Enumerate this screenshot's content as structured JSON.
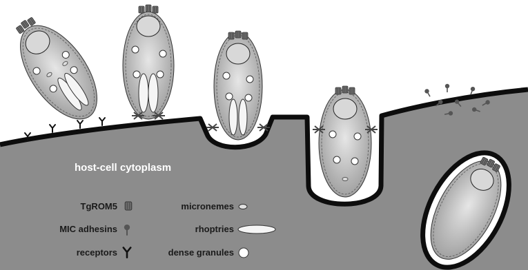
{
  "diagram": {
    "region_label": "host-cell cytoplasm",
    "legend": {
      "left": [
        {
          "label": "TgROM5",
          "icon": "tgrom5-icon"
        },
        {
          "label": "MIC adhesins",
          "icon": "mic-adhesin-icon"
        },
        {
          "label": "receptors",
          "icon": "receptor-icon"
        }
      ],
      "right": [
        {
          "label": "micronemes",
          "icon": "microneme-icon"
        },
        {
          "label": "rhoptries",
          "icon": "rhoptry-icon"
        },
        {
          "label": "dense granules",
          "icon": "dense-granule-icon"
        }
      ]
    },
    "colors": {
      "cytoplasm": "#8c8c8c",
      "membrane": "#0d0d0d",
      "parasite_body": "#c2c2c2",
      "organelle": "#ffffff",
      "tgrom5": "#6e6e6e"
    }
  }
}
